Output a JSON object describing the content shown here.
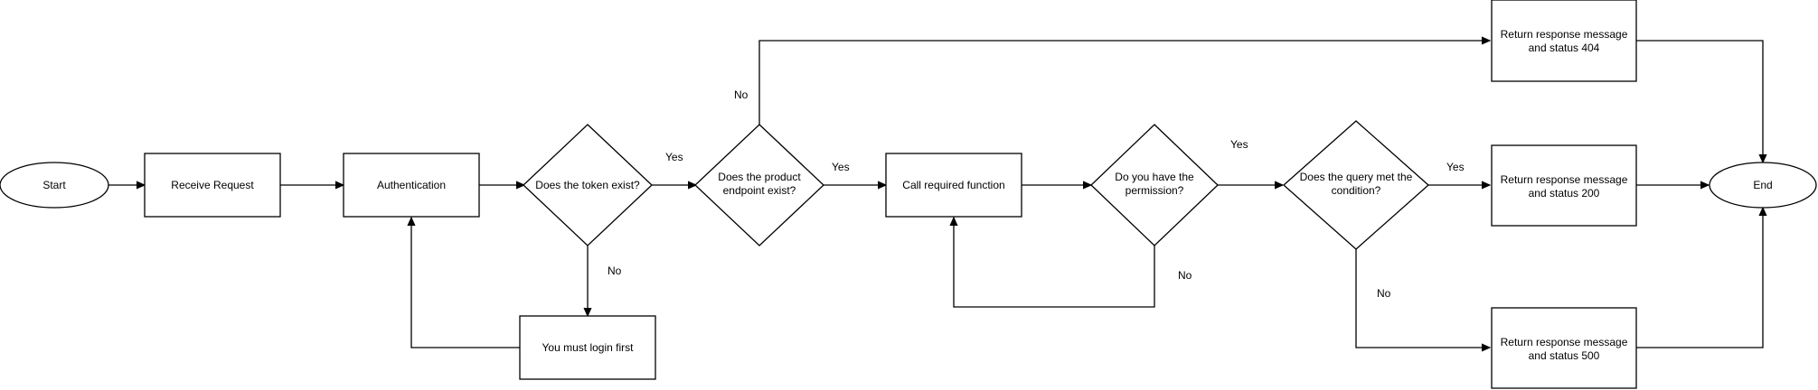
{
  "nodes": {
    "start": "Start",
    "receive_request": "Receive Request",
    "authentication": "Authentication",
    "token_exist": "Does the token exist?",
    "product_endpoint_line1": "Does the product",
    "product_endpoint_line2": "endpoint exist?",
    "call_function": "Call required function",
    "permission_line1": "Do you have the",
    "permission_line2": "permission?",
    "query_condition_line1": "Does the query met the",
    "query_condition_line2": "condition?",
    "return_404_line1": "Return response message",
    "return_404_line2": "and status 404",
    "return_200_line1": "Return response message",
    "return_200_line2": "and status 200",
    "return_500_line1": "Return response message",
    "return_500_line2": "and status 500",
    "must_login": "You must login first",
    "end": "End"
  },
  "edge_labels": {
    "token_yes": "Yes",
    "token_no": "No",
    "endpoint_yes": "Yes",
    "endpoint_no": "No",
    "permission_yes": "Yes",
    "permission_no": "No",
    "query_yes": "Yes",
    "query_no": "No"
  }
}
